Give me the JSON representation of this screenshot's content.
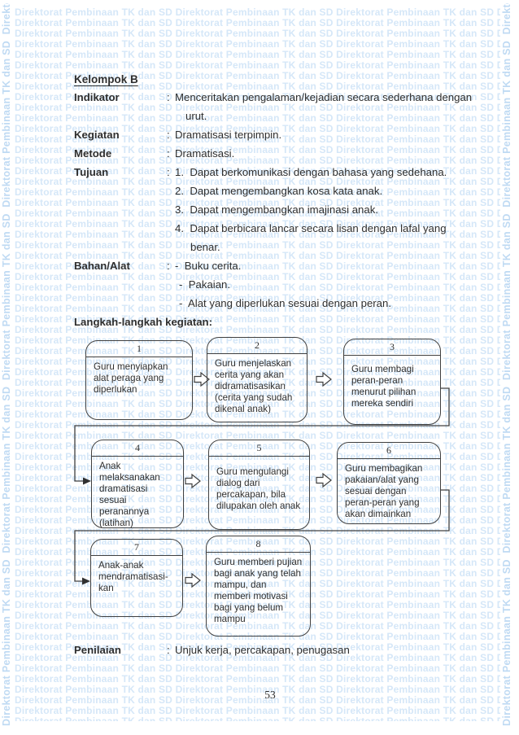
{
  "page": {
    "title": "Kelompok B",
    "number": "53"
  },
  "punct": {
    "colon": ":"
  },
  "watermark": {
    "phrase": "Direktorat Pembinaan TK dan SD",
    "tile_color": "#d5e7f8",
    "side_color": "#bfdaf3"
  },
  "defs": {
    "indikator": {
      "label": "Indikator",
      "line1": "Menceritakan pengalaman/kejadian secara sederhana dengan",
      "line2": "urut."
    },
    "kegiatan": {
      "label": "Kegiatan",
      "line1": "Dramatisasi terpimpin."
    },
    "metode": {
      "label": "Metode",
      "line1": "Dramatisasi."
    },
    "tujuan": {
      "label": "Tujuan",
      "item1": "1.  Dapat berkomunikasi dengan bahasa yang sedehana.",
      "item2": "2.  Dapat mengembangkan kosa kata anak.",
      "item3": "3.  Dapat mengembangkan imajinasi anak.",
      "item4": "4.  Dapat berbicara lancar secara lisan dengan lafal yang",
      "item4cont": "benar."
    },
    "bahan": {
      "label": "Bahan/Alat",
      "item1": "-  Buku cerita.",
      "item2": "-  Pakaian.",
      "item3": "-  Alat yang diperlukan sesuai dengan peran."
    }
  },
  "steps_heading": "Langkah-langkah kegiatan:",
  "flow": {
    "boxes": [
      {
        "num": "1",
        "text": "Guru menyiapkan alat peraga yang diperlukan"
      },
      {
        "num": "2",
        "text": "Guru menjelaskan cerita yang akan didramatisasikan (cerita yang sudah dikenal anak)"
      },
      {
        "num": "3",
        "text": "Guru membagi peran-peran menurut pilihan mereka sendiri"
      },
      {
        "num": "4",
        "text": "Anak melaksanakan dramatisasi sesuai peranannya (latihan)"
      },
      {
        "num": "5",
        "text": "Guru mengulangi dialog dari percakapan, bila dilupakan oleh anak"
      },
      {
        "num": "6",
        "text": "Guru membagikan pakaian/alat yang sesuai dengan peran-peran yang akan dimainkan"
      },
      {
        "num": "7",
        "text": "Anak-anak mendramatisasi-kan"
      },
      {
        "num": "8",
        "text": "Guru memberi pujian bagi anak yang telah mampu, dan memberi motivasi bagi yang belum mampu"
      }
    ]
  },
  "penilaian": {
    "label": "Penilaian",
    "value": "Unjuk kerja, percakapan, penugasan"
  }
}
